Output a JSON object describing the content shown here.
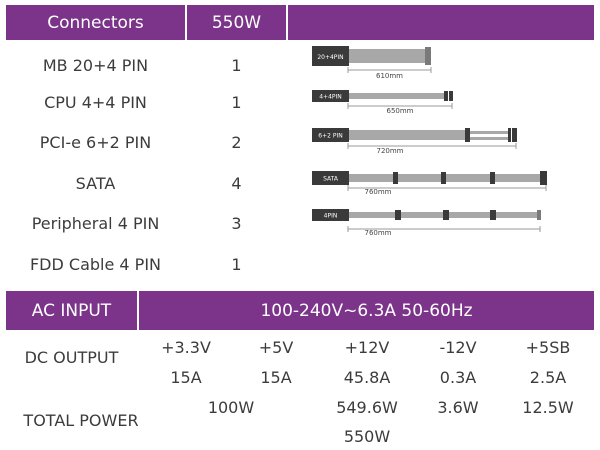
{
  "colors": {
    "accent": "#7b3489",
    "text": "#3c3c3c",
    "cable": "#a8a8a8",
    "plug": "#3a3a3a"
  },
  "table": {
    "header_connectors": "Connectors",
    "header_wattage": "550W",
    "rows": [
      {
        "name": "MB 20+4 PIN",
        "count": "1",
        "plug": "20+4PIN",
        "length": "610mm"
      },
      {
        "name": "CPU 4+4 PIN",
        "count": "1",
        "plug": "4+4PIN",
        "length": "650mm"
      },
      {
        "name": "PCI-e 6+2 PIN",
        "count": "2",
        "plug": "6+2 PIN",
        "length": "720mm"
      },
      {
        "name": "SATA",
        "count": "4",
        "plug": "SATA",
        "length": "760mm"
      },
      {
        "name": "Peripheral 4 PIN",
        "count": "3",
        "plug": "4PIN",
        "length": "760mm"
      },
      {
        "name": "FDD Cable 4 PIN",
        "count": "1",
        "plug": "",
        "length": ""
      }
    ]
  },
  "power": {
    "ac_input_label": "AC INPUT",
    "ac_input_value": "100-240V~6.3A 50-60Hz",
    "dc_output_label": "DC OUTPUT",
    "rails": [
      "+3.3V",
      "+5V",
      "+12V",
      "-12V",
      "+5SB"
    ],
    "currents": [
      "15A",
      "15A",
      "45.8A",
      "0.3A",
      "2.5A"
    ],
    "total_power_label": "TOTAL POWER",
    "combined_3v3_5v": "100W",
    "power_12v": "549.6W",
    "power_m12v": "3.6W",
    "power_5sb": "12.5W",
    "total": "550W"
  }
}
